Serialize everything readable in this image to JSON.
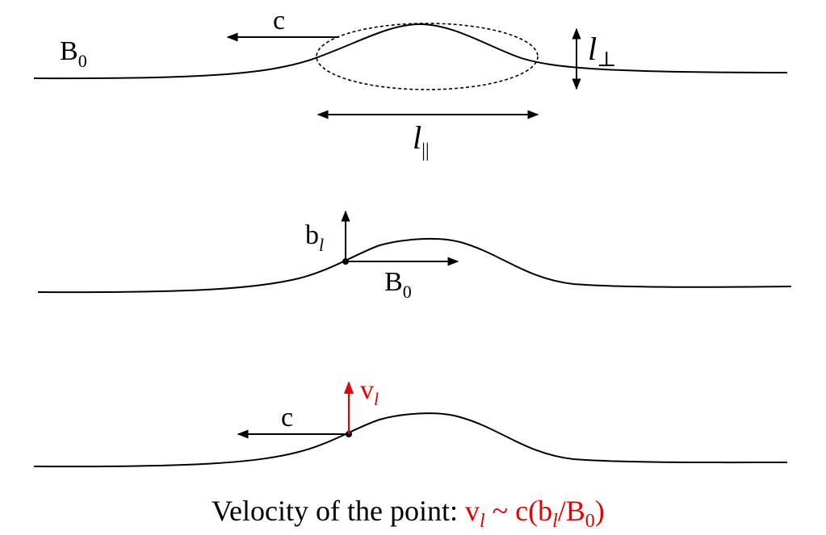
{
  "colors": {
    "ink": "#000000",
    "highlight": "#e60000",
    "background": "#ffffff"
  },
  "panel_top": {
    "label_field": "B",
    "label_field_sub": "0",
    "label_speed": "c",
    "label_perp": "l",
    "label_perp_sub": "⊥",
    "label_par": "l",
    "label_par_sub": "||"
  },
  "panel_mid": {
    "label_b": "b",
    "label_b_sub": "l",
    "label_field": "B",
    "label_field_sub": "0"
  },
  "panel_bottom": {
    "label_speed": "c",
    "label_v": "v",
    "label_v_sub": "l"
  },
  "caption": {
    "prefix": "Velocity of the point: ",
    "v": "v",
    "v_sub": "l",
    "tilde": " ~ c(b",
    "b_sub": "l",
    "slash": "/B",
    "B_sub": "0",
    "close": ")"
  }
}
